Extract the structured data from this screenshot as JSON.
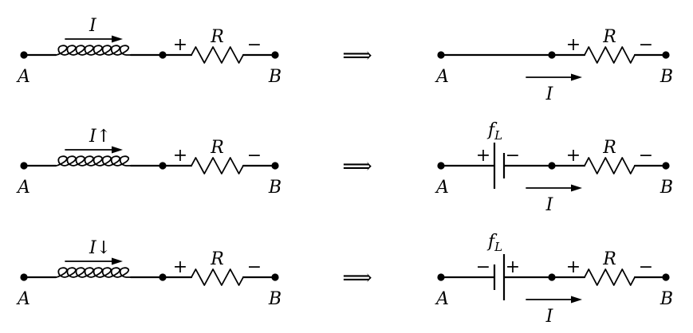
{
  "labels": {
    "node_a": "A",
    "node_b": "B",
    "resistor": "R",
    "plus": "+",
    "minus": "−",
    "implies": "⟹",
    "emf": "f",
    "emf_sub": "L"
  },
  "rows": [
    {
      "left_current": "I",
      "right_current": "I",
      "right_source": "none"
    },
    {
      "left_current": "I↑",
      "right_current": "I",
      "right_source": "battery",
      "source_left_sign": "+",
      "source_right_sign": "−"
    },
    {
      "left_current": "I↓",
      "right_current": "I",
      "right_source": "battery",
      "source_left_sign": "−",
      "source_right_sign": "+"
    }
  ]
}
